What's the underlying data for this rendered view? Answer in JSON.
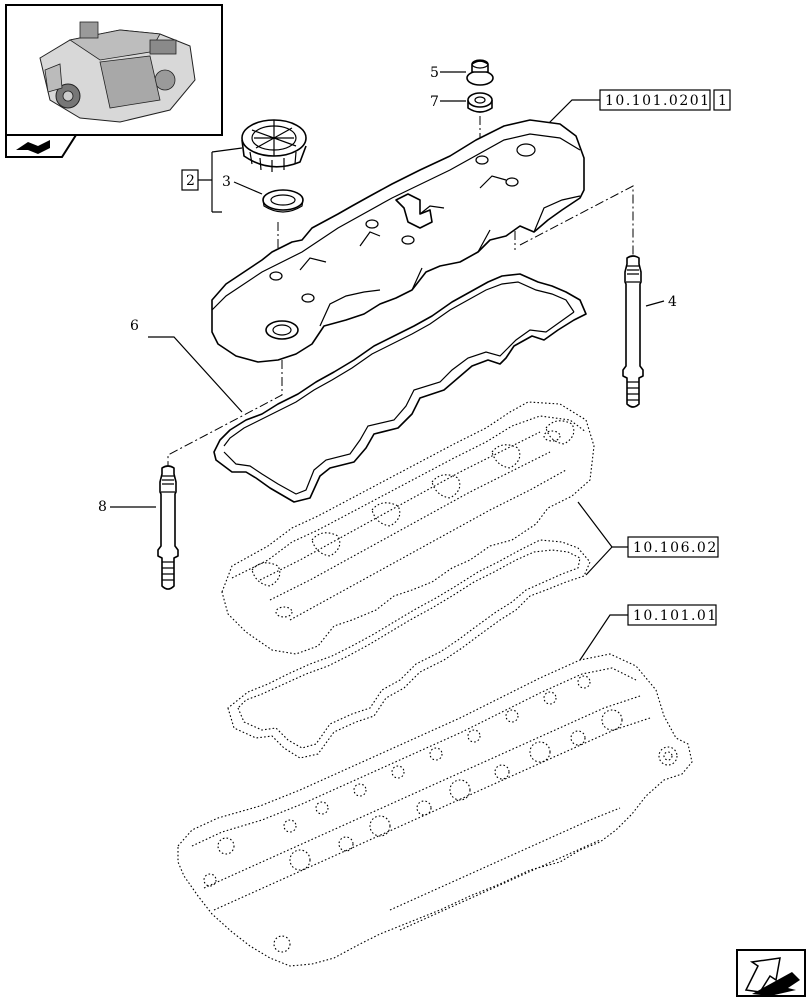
{
  "diagram": {
    "references": {
      "valve_cover": "10.101.0201",
      "valve_cover_qty": "1",
      "rocker_group": "10.106.02",
      "cylinder_head": "10.101.01"
    },
    "callouts": {
      "kit_cap": "2",
      "seal_ring": "3",
      "stud_right": "4",
      "nut": "5",
      "gasket": "6",
      "washer": "7",
      "stud_left": "8"
    }
  },
  "colors": {
    "line": "#000000",
    "background": "#ffffff"
  },
  "icons": [
    "engine-thumbnail-icon",
    "book-arrow-icon",
    "next-page-arrow-icon"
  ]
}
